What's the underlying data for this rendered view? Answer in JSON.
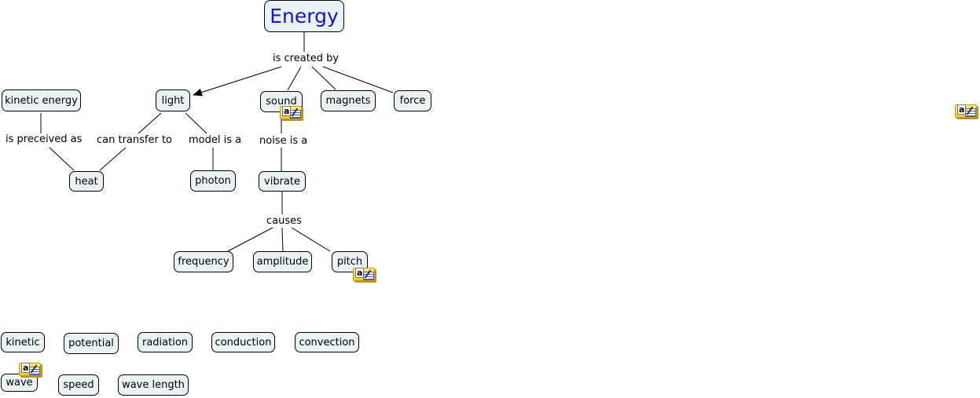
{
  "map": {
    "root": "Energy",
    "nodes": {
      "kinetic_energy": "kinetic energy",
      "light": "light",
      "sound": "sound",
      "magnets": "magnets",
      "force": "force",
      "heat": "heat",
      "photon": "photon",
      "vibrate": "vibrate",
      "frequency": "frequency",
      "amplitude": "amplitude",
      "pitch": "pitch"
    },
    "links": {
      "is_created_by": "is created by",
      "is_preceived_as": "is preceived as",
      "can_transfer_to": "can transfer to",
      "model_is_a": "model is a",
      "noise_is_a": "noise is a",
      "causes": "causes"
    },
    "parking_lot": {
      "kinetic": "kinetic",
      "potential": "potential",
      "radiation": "radiation",
      "conduction": "conduction",
      "convection": "convection",
      "wave": "wave",
      "speed": "speed",
      "wave_length": "wave length"
    },
    "note_icons": [
      "sound",
      "pitch",
      "wave",
      "floating"
    ],
    "note_icon_name": "annotation-note-icon"
  }
}
